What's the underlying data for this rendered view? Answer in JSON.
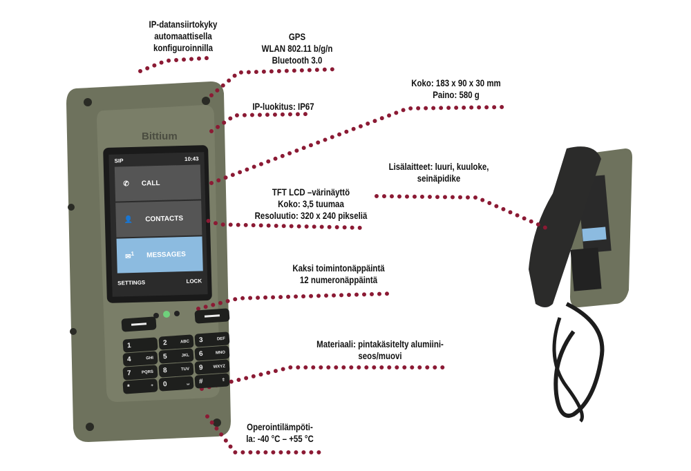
{
  "colors": {
    "dots": "#8b1a34",
    "body": "#6e725d",
    "screen_selected": "#8cbbe0"
  },
  "device": {
    "brand": "Bittium",
    "status_left": "SIP",
    "clock": "10:43",
    "menu": [
      {
        "label": "CALL",
        "icon": "phone-icon"
      },
      {
        "label": "CONTACTS",
        "icon": "person-icon"
      },
      {
        "label": "MESSAGES",
        "icon": "envelope-icon",
        "badge": "1"
      }
    ],
    "softkeys": {
      "left": "SETTINGS",
      "right": "LOCK"
    },
    "keys": [
      [
        "1",
        ""
      ],
      [
        "2",
        "ABC"
      ],
      [
        "3",
        "DEF"
      ],
      [
        "4",
        "GHI"
      ],
      [
        "5",
        "JKL"
      ],
      [
        "6",
        "MNO"
      ],
      [
        "7",
        "PQRS"
      ],
      [
        "8",
        "TUV"
      ],
      [
        "9",
        "WXYZ"
      ],
      [
        "*",
        "+"
      ],
      [
        "0",
        "␣"
      ],
      [
        "#",
        "⇧"
      ]
    ]
  },
  "annotations": {
    "ip_data": [
      "IP-datansiirtokyky",
      "automaattisella",
      "konfiguroinnilla"
    ],
    "connectivity": [
      "GPS",
      "WLAN 802.11 b/g/n",
      "Bluetooth 3.0"
    ],
    "ip_rating": [
      "IP-luokitus: IP67"
    ],
    "size": [
      "Koko: 183 x 90 x 30 mm",
      "Paino: 580 g"
    ],
    "accessories": [
      "Lisälaitteet: luuri, kuuloke,",
      "seinäpidike"
    ],
    "display": [
      "TFT LCD –värinäyttö",
      "Koko: 3,5 tuumaa",
      "Resoluutio: 320 x 240 pikseliä"
    ],
    "keys": [
      "Kaksi toimintonäppäintä",
      "12 numeronäppäintä"
    ],
    "material": [
      "Materiaali: pintakäsitelty alumiini-",
      "seos/muovi"
    ],
    "temperature": [
      "Operointilämpöti-",
      "la: -40 °C – +55 °C"
    ]
  }
}
